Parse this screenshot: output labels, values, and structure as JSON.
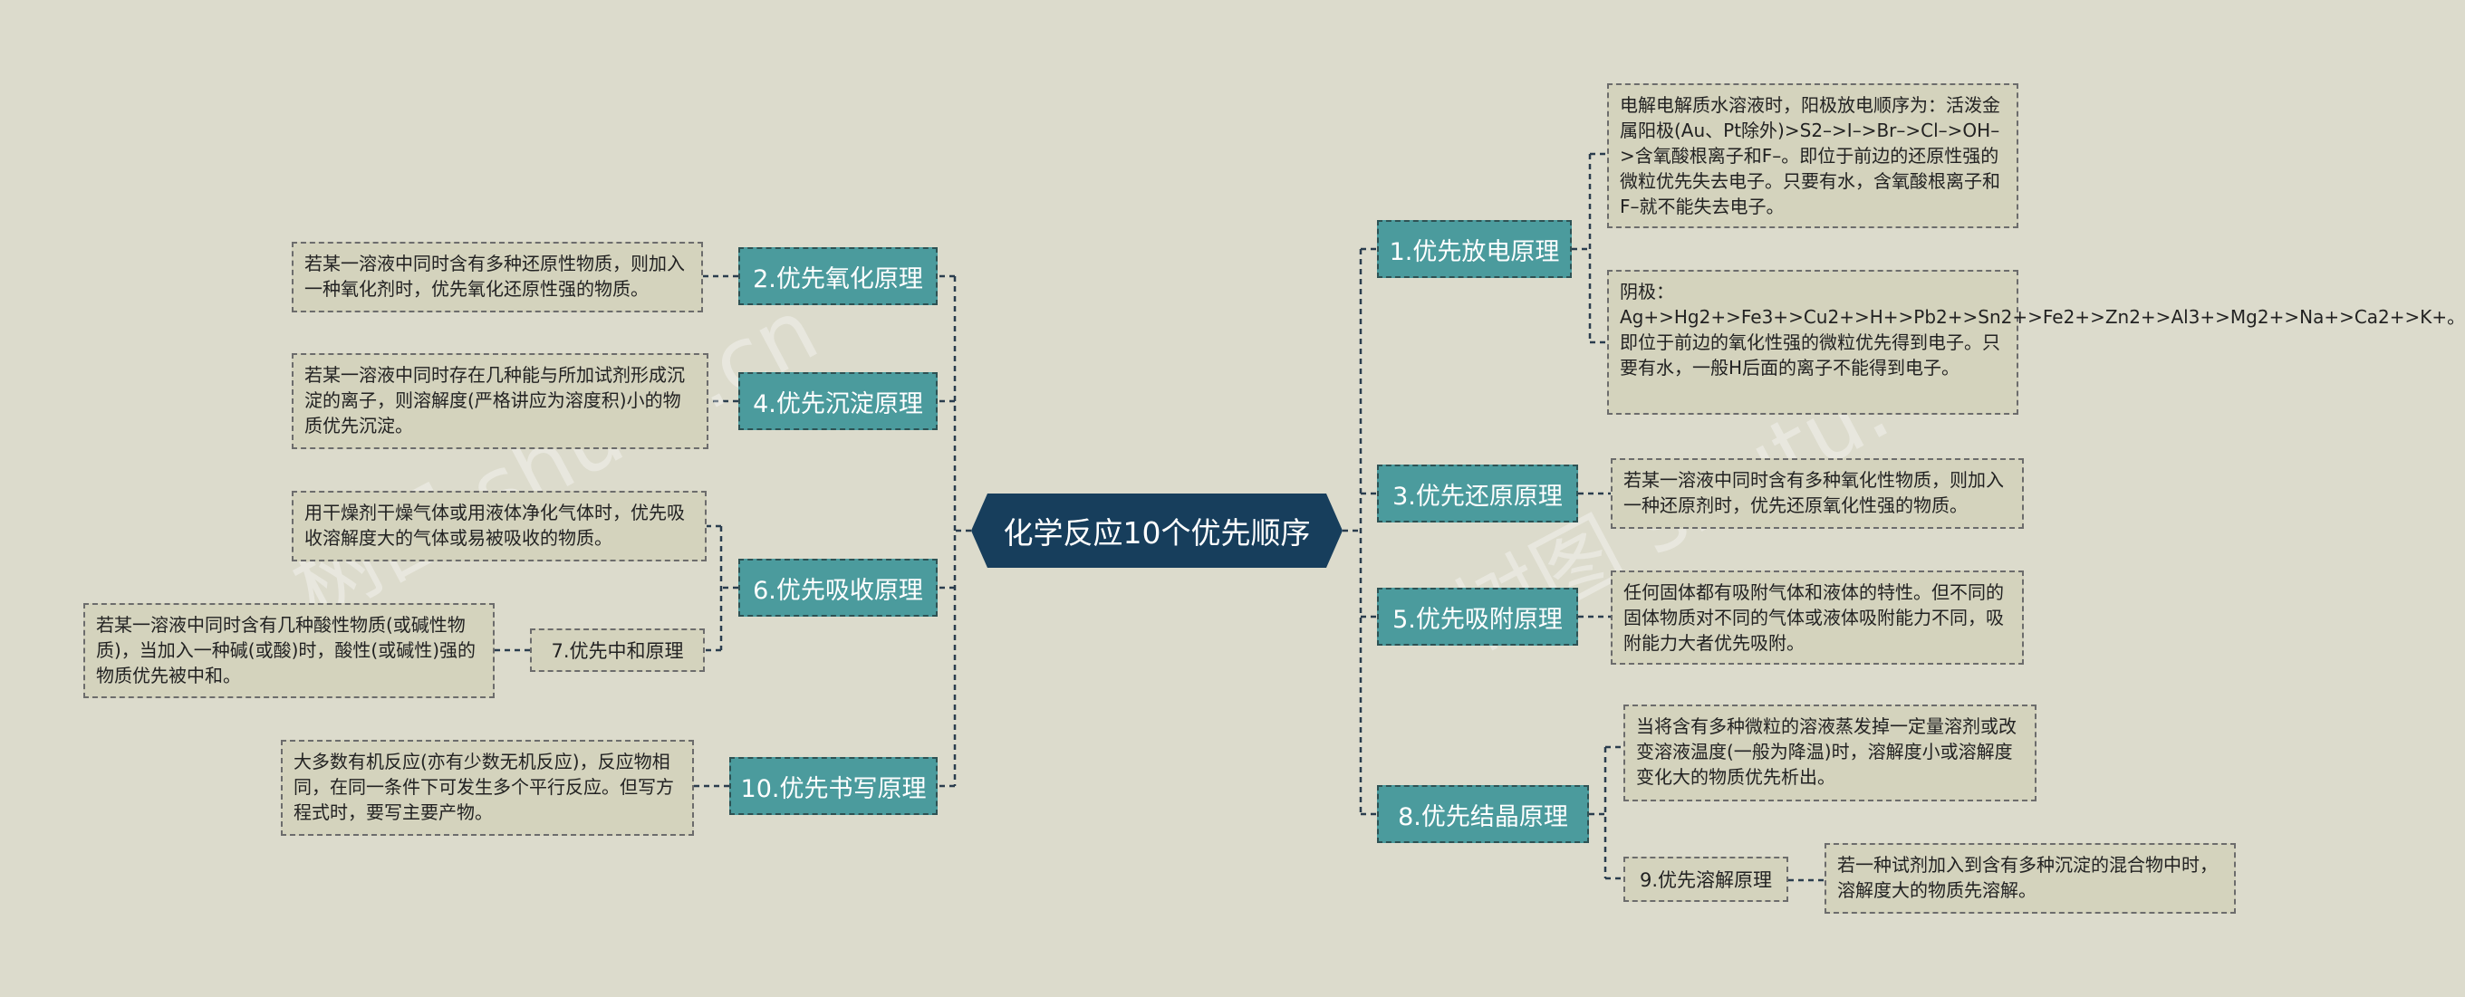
{
  "center": {
    "title": "化学反应10个优先顺序"
  },
  "colors": {
    "background": "#dcdbcc",
    "center": "#173e5c",
    "topic": "#4b9b9d",
    "box": "#d4d3bd",
    "line": "#2a3d4e"
  },
  "topics": {
    "t1": {
      "label": "1.优先放电原理"
    },
    "t2": {
      "label": "2.优先氧化原理"
    },
    "t3": {
      "label": "3.优先还原原理"
    },
    "t4": {
      "label": "4.优先沉淀原理"
    },
    "t5": {
      "label": "5.优先吸附原理"
    },
    "t6": {
      "label": "6.优先吸收原理"
    },
    "t7": {
      "label": "7.优先中和原理"
    },
    "t8": {
      "label": "8.优先结晶原理"
    },
    "t9": {
      "label": "9.优先溶解原理"
    },
    "t10": {
      "label": "10.优先书写原理"
    }
  },
  "details": {
    "d1a": "电解电解质水溶液时，阳极放电顺序为：活泼金属阳极(Au、Pt除外)>S2–>I–>Br–>Cl–>OH–>含氧酸根离子和F–。即位于前边的还原性强的微粒优先失去电子。只要有水，含氧酸根离子和F–就不能失去电子。",
    "d1b": "阴极：Ag+>Hg2+>Fe3+>Cu2+>H+>Pb2+>Sn2+>Fe2+>Zn2+>Al3+>Mg2+>Na+>Ca2+>K+。即位于前边的氧化性强的微粒优先得到电子。只要有水，一般H后面的离子不能得到电子。",
    "d2": "若某一溶液中同时含有多种还原性物质，则加入一种氧化剂时，优先氧化还原性强的物质。",
    "d3": "若某一溶液中同时含有多种氧化性物质，则加入一种还原剂时，优先还原氧化性强的物质。",
    "d4": "若某一溶液中同时存在几种能与所加试剂形成沉淀的离子，则溶解度(严格讲应为溶度积)小的物质优先沉淀。",
    "d5": "任何固体都有吸附气体和液体的特性。但不同的固体物质对不同的气体或液体吸附能力不同，吸附能力大者优先吸附。",
    "d6": "用干燥剂干燥气体或用液体净化气体时，优先吸收溶解度大的气体或易被吸收的物质。",
    "d7": "若某一溶液中同时含有几种酸性物质(或碱性物质)，当加入一种碱(或酸)时，酸性(或碱性)强的物质优先被中和。",
    "d8": "当将含有多种微粒的溶液蒸发掉一定量溶剂或改变溶液温度(一般为降温)时，溶解度小或溶解度变化大的物质优先析出。",
    "d9": "若一种试剂加入到含有多种沉淀的混合物中时，溶解度大的物质先溶解。",
    "d10": "大多数有机反应(亦有少数无机反应)，反应物相同，在同一条件下可发生多个平行反应。但写方程式时，要写主要产物。"
  },
  "watermarks": [
    "树图 shutu.cn",
    "树图 shutu."
  ]
}
